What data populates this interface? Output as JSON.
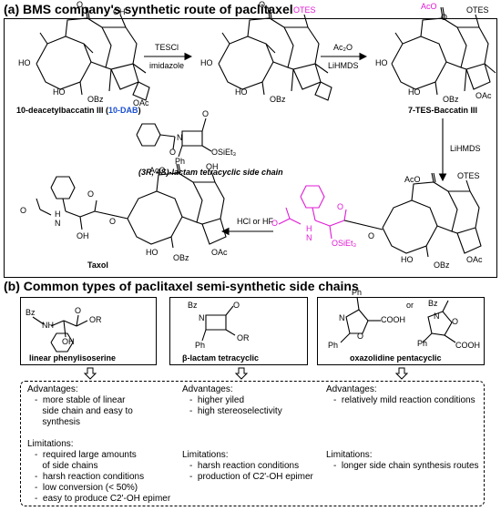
{
  "section_a": {
    "title": "(a) BMS company's synthetic route of paclitaxel",
    "reagent1_top": "TESCl",
    "reagent1_bottom": "imidazole",
    "reagent2_top": "Ac₂O",
    "reagent2_bottom": "LiHMDS",
    "reagent3": "LiHMDS",
    "reagent4": "HCl or HF",
    "name_10dab_prefix": "10-deacetylbaccatin III (",
    "name_10dab_abbr": "10-DAB",
    "name_10dab_suffix": ")",
    "name_7tes": "7-TES-Baccatin III",
    "name_lactam": "(3R, 4S)-lactam tetracyclic side chain",
    "name_taxol": "Taxol",
    "labels": {
      "otes": "OTES",
      "aco": "AcO",
      "oh": "OH",
      "ho": "HO",
      "obz": "OBz",
      "oac": "OAc",
      "ph": "Ph",
      "osiet3": "OSiEt₃",
      "h": "H",
      "n": "N",
      "o": "O"
    }
  },
  "section_b": {
    "title": "(b) Common types of paclitaxel semi-synthetic side chains",
    "types": [
      {
        "name": "linear phenylisoserine"
      },
      {
        "name": "β-lactam tetracyclic"
      },
      {
        "name": "oxazolidine pentacyclic"
      }
    ],
    "struct_labels": {
      "bz": "Bz",
      "nh": "NH",
      "or": "OR",
      "oh": "OH",
      "o": "O",
      "n": "N",
      "ph": "Ph",
      "cooh": "COOH",
      "or_word": "or"
    },
    "columns": [
      {
        "adv_title": "Advantages:",
        "adv": [
          "-  more stable of linear",
          "   side chain and easy to",
          "   synthesis"
        ],
        "lim_title": "Limitations:",
        "lim": [
          "-  required large amounts",
          "   of side chains",
          "-  harsh reaction conditions",
          "-  low conversion (< 50%)",
          "-  easy to produce C2'-OH epimer"
        ]
      },
      {
        "adv_title": "Advantages:",
        "adv": [
          "-  higher yiled",
          "-  high stereoselectivity"
        ],
        "lim_title": "Limitations:",
        "lim": [
          "-  harsh reaction conditions",
          "-  production of C2'-OH epimer"
        ]
      },
      {
        "adv_title": "Advantages:",
        "adv": [
          "-  relatively mild reaction conditions"
        ],
        "lim_title": "Limitations:",
        "lim": [
          "-  longer side chain synthesis routes"
        ]
      }
    ]
  },
  "colors": {
    "blue": "#1a4fcf",
    "magenta": "#e01ad4",
    "black": "#000000"
  },
  "icons": [
    "down-arrow-icon",
    "right-arrow-icon",
    "left-arrow-icon"
  ]
}
